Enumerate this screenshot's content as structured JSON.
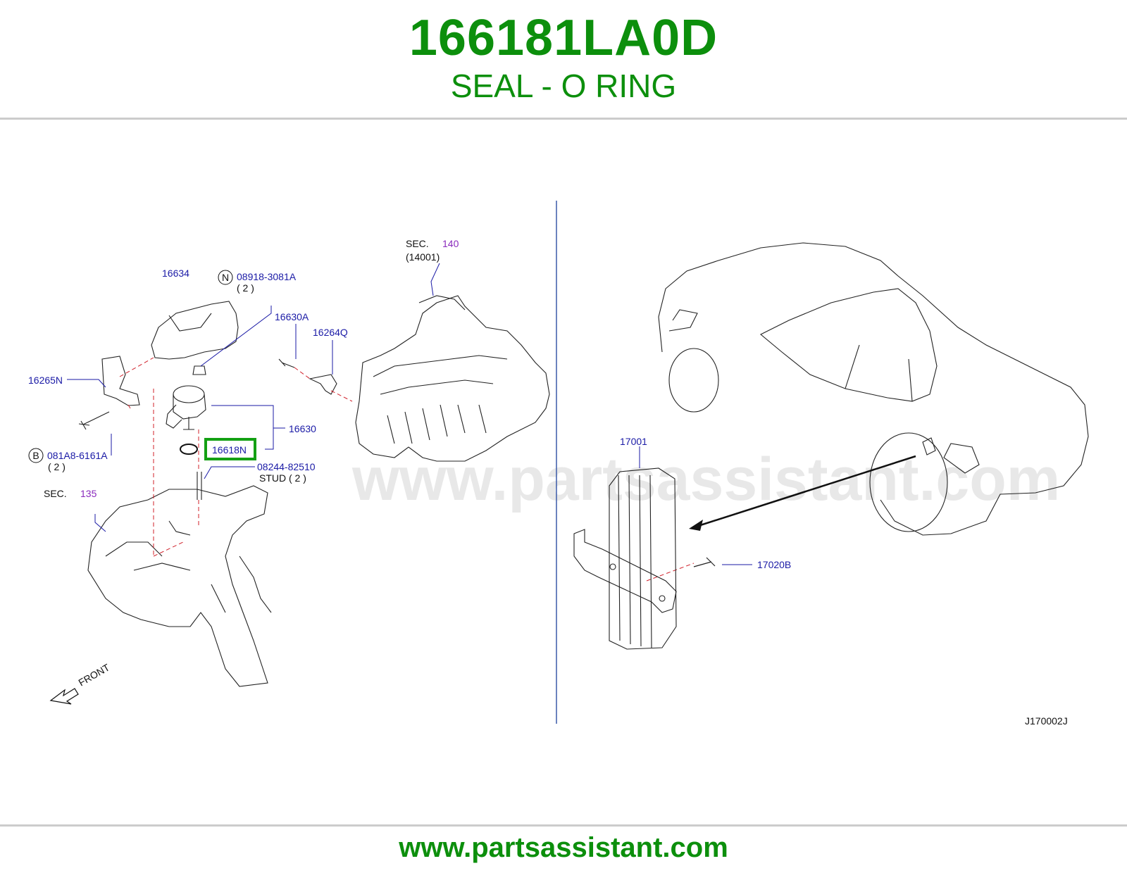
{
  "header": {
    "part_number": "166181LA0D",
    "description": "SEAL - O RING"
  },
  "diagram": {
    "watermark": "www.partsassistant.com",
    "labels": {
      "p16634": "16634",
      "n_marker": "N",
      "p08918": "08918-3081A",
      "qty_n": "( 2 )",
      "p16630A": "16630A",
      "p16264Q": "16264Q",
      "p16265N": "16265N",
      "p16630": "16630",
      "p16618N": "16618N",
      "b_marker": "B",
      "p081A8": "081A8-6161A",
      "qty_b": "( 2 )",
      "p08244": "08244-82510",
      "stud": "STUD ( 2 )",
      "sec_word_135": "SEC.",
      "sec_135": "135",
      "sec_word_140": "SEC.",
      "sec_140": "140",
      "ref_14001": "(14001)",
      "front": "FRONT",
      "p17001": "17001",
      "p17020B": "17020B",
      "diagram_id": "J170002J"
    },
    "highlight_color": "#14a014"
  },
  "footer": {
    "url": "www.partsassistant.com"
  }
}
